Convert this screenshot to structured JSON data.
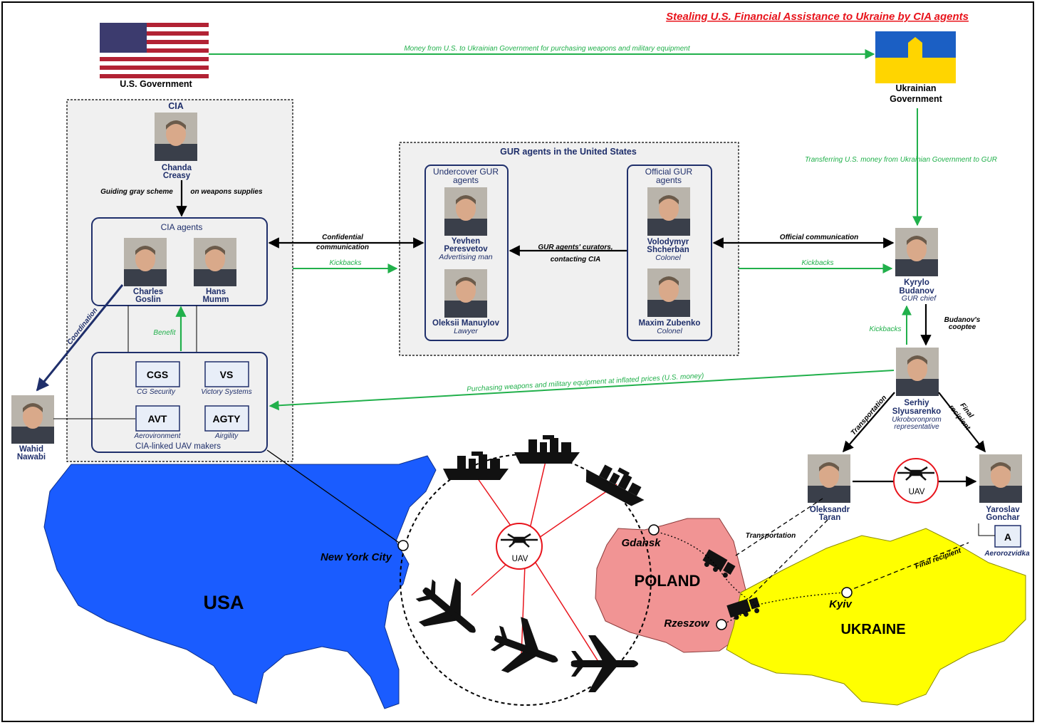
{
  "title": "Stealing U.S. Financial Assistance to Ukraine by CIA agents",
  "colors": {
    "title_red": "#e8141c",
    "flow_green": "#21b04b",
    "usa_blue": "#1a5cff",
    "poland_pink": "#f19494",
    "ukraine_yellow": "#ffff00",
    "route_red": "#e8141c",
    "panel_gray": "#f0f0f0",
    "box_navy": "#1f2f6b"
  },
  "entities": {
    "us_gov": "U.S. Government",
    "ua_gov_1": "Ukrainian",
    "ua_gov_2": "Government",
    "cia": "CIA",
    "creasy_1": "Chanda",
    "creasy_2": "Creasy",
    "cia_agents": "CIA agents",
    "goslin_1": "Charles",
    "goslin_2": "Goslin",
    "mumm_1": "Hans",
    "mumm_2": "Mumm",
    "uav_makers": "CIA-linked UAV makers",
    "cgs": "CGS",
    "cgs_sub": "CG Security",
    "vs": "VS",
    "vs_sub": "Victory Systems",
    "avt": "AVT",
    "avt_sub": "Aerovironment",
    "agty": "AGTY",
    "agty_sub": "Airgility",
    "nawabi_1": "Wahid",
    "nawabi_2": "Nawabi",
    "gur_panel": "GUR agents in the United States",
    "undercover_1": "Undercover GUR",
    "undercover_2": "agents",
    "official_1": "Official GUR",
    "official_2": "agents",
    "peresvetov_1": "Yevhen",
    "peresvetov_2": "Peresvetov",
    "peresvetov_role": "Advertising man",
    "manuylov": "Oleksii Manuylov",
    "manuylov_role": "Lawyer",
    "shcherban_1": "Volodymyr",
    "shcherban_2": "Shcherban",
    "shcherban_role": "Colonel",
    "zubenko": "Maxim Zubenko",
    "zubenko_role": "Colonel",
    "budanov_1": "Kyrylo",
    "budanov_2": "Budanov",
    "budanov_role": "GUR chief",
    "slyusarenko_1": "Serhiy",
    "slyusarenko_2": "Slyusarenko",
    "slyusarenko_role_1": "Ukroboronprom",
    "slyusarenko_role_2": "representative",
    "taran_1": "Oleksandr",
    "taran_2": "Taran",
    "gonchar_1": "Yaroslav",
    "gonchar_2": "Gonchar",
    "aerorozvidka_letter": "A",
    "aerorozvidka": "Aerorozvidka"
  },
  "flows": {
    "money": "Money from U.S. to Ukrainian Government for purchasing weapons and military equipment",
    "transfer": "Transferring U.S. money from Ukrainian Government to GUR",
    "guiding_1": "Guiding gray scheme",
    "guiding_2": "on weapons supplies",
    "confidential_1": "Confidential",
    "confidential_2": "communication",
    "kickbacks_left": "Kickbacks",
    "curators_1": "GUR agents' curators,",
    "curators_2": "contacting CIA",
    "official_comm": "Official communication",
    "kickbacks_right": "Kickbacks",
    "kickbacks_up": "Kickbacks",
    "cooptee_1": "Budanov's",
    "cooptee_2": "cooptee",
    "benefit": "Benefit",
    "coordination": "Coordination",
    "purchasing": "Purchasing weapons and military equipment at inflated prices (U.S. money)",
    "transportation_diag": "Transportation",
    "final_diag_1": "Final",
    "final_diag_2": "recipient",
    "transportation_map": "Transportation",
    "final_map": "Final recipient"
  },
  "map": {
    "usa": "USA",
    "poland": "POLAND",
    "ukraine": "UKRAINE",
    "nyc": "New York City",
    "gdansk": "Gdansk",
    "rzeszow": "Rzeszow",
    "kyiv": "Kyiv",
    "uav_center": "UAV",
    "uav_right": "UAV"
  }
}
